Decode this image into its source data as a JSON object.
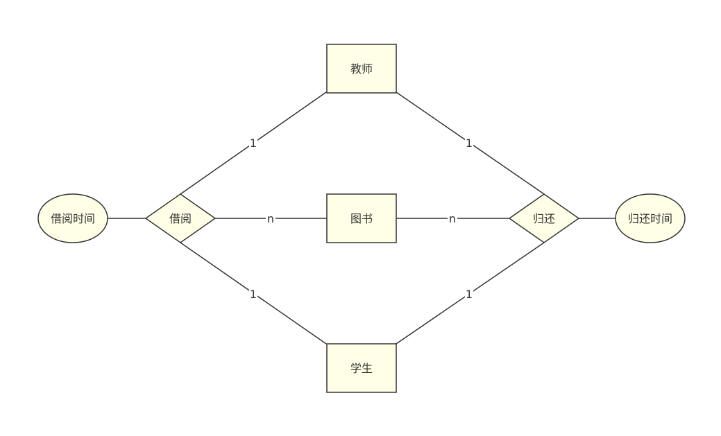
{
  "colors": {
    "fill": "#ffffe8",
    "stroke": "#333333",
    "text": "#333333",
    "background": "#ffffff"
  },
  "entities": {
    "teacher": "教师",
    "book": "图书",
    "student": "学生"
  },
  "relationships": {
    "borrow": "借阅",
    "return": "归还"
  },
  "attributes": {
    "borrow_time": "借阅时间",
    "return_time": "归还时间"
  },
  "cardinalities": {
    "teacher_borrow": "1",
    "teacher_return": "1",
    "borrow_book": "n",
    "book_return": "n",
    "borrow_student": "1",
    "student_return": "1"
  }
}
